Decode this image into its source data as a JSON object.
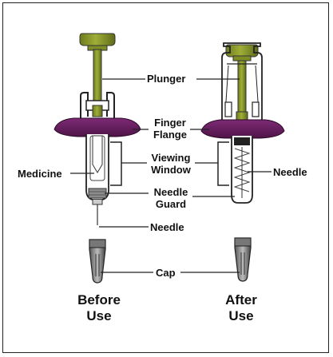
{
  "labels": {
    "plunger": "Plunger",
    "finger_flange_line1": "Finger",
    "finger_flange_line2": "Flange",
    "viewing_window_line1": "Viewing",
    "viewing_window_line2": "Window",
    "medicine": "Medicine",
    "needle_right": "Needle",
    "needle_guard_line1": "Needle",
    "needle_guard_line2": "Guard",
    "needle_bottom": "Needle",
    "cap": "Cap"
  },
  "captions": {
    "before_line1": "Before",
    "before_line2": "Use",
    "after_line1": "After",
    "after_line2": "Use"
  },
  "colors": {
    "plunger": "#8a9a2a",
    "flange": "#6b1f63",
    "outline": "#222222",
    "glass": "#ffffff"
  }
}
